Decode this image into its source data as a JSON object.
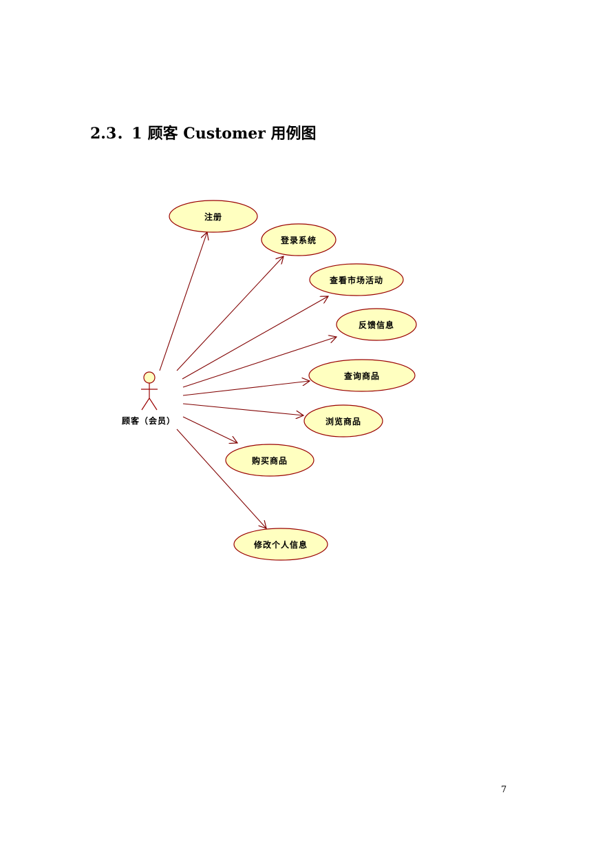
{
  "section": {
    "number": "2.3．1",
    "title": "顾客 Customer 用例图"
  },
  "actor": {
    "label": "顾客（会员）"
  },
  "use_cases": [
    "注册",
    "登录系统",
    "查看市场活动",
    "反馈信息",
    "查询商品",
    "浏览商品",
    "购买商品",
    "修改个人信息"
  ],
  "colors": {
    "usecase_fill": "#ffffc0",
    "usecase_stroke": "#990000",
    "association": "#800000"
  },
  "page_number": "7"
}
